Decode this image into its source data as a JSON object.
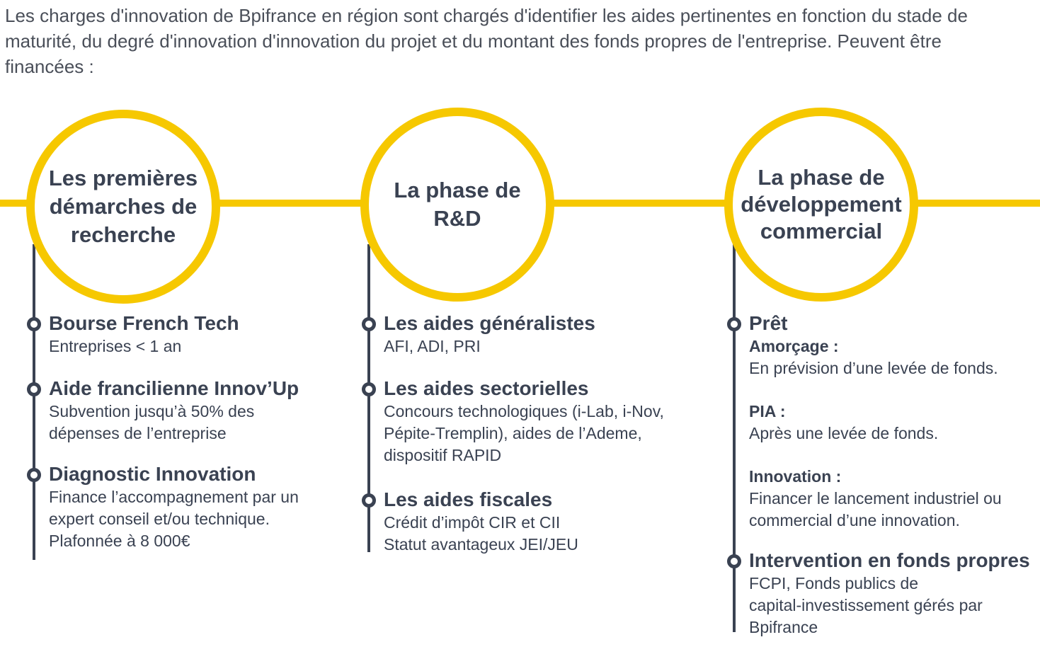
{
  "intro": "Les charges d'innovation de Bpifrance en région sont chargés d'identifier les aides pertinentes en fonction du stade de maturité, du degré d'innovation d'innovation du projet et du montant des fonds propres de l'entreprise. Peuvent être financées :",
  "colors": {
    "accent": "#f6c800",
    "dark": "#3a4252",
    "text": "#4a4f59"
  },
  "phases": [
    {
      "title": "Les premières démarches de recherche",
      "items": [
        {
          "title": "Bourse French Tech",
          "text": "Entreprises < 1 an"
        },
        {
          "title": "Aide francilienne Innov’Up",
          "text": "Subvention jusqu’à 50% des\ndépenses de l’entreprise"
        },
        {
          "title": "Diagnostic Innovation",
          "text": "Finance l’accompagnement par un\nexpert conseil et/ou technique.\nPlafonnée à 8 000€"
        }
      ]
    },
    {
      "title": "La phase de R&D",
      "items": [
        {
          "title": "Les aides généralistes",
          "text": "AFI, ADI, PRI"
        },
        {
          "title": "Les aides sectorielles",
          "text": "Concours technologiques (i-Lab, i-Nov,\nPépite-Tremplin), aides de l’Ademe,\ndispositif RAPID"
        },
        {
          "title": "Les aides fiscales",
          "text": "Crédit d’impôt CIR et CII\nStatut avantageux JEI/JEU"
        }
      ]
    },
    {
      "title": "La phase de développement commercial",
      "items": [
        {
          "title": "Prêt",
          "subitems": [
            {
              "label": "Amorçage :",
              "text": "En prévision d’une levée de fonds."
            },
            {
              "label": "PIA :",
              "text": "Après une levée de fonds."
            },
            {
              "label": "Innovation :",
              "text": "Financer le lancement industriel ou\ncommercial d’une innovation."
            }
          ]
        },
        {
          "title": "Intervention en fonds propres",
          "text": "FCPI, Fonds publics de\ncapital-investissement gérés par\nBpifrance"
        }
      ]
    }
  ]
}
